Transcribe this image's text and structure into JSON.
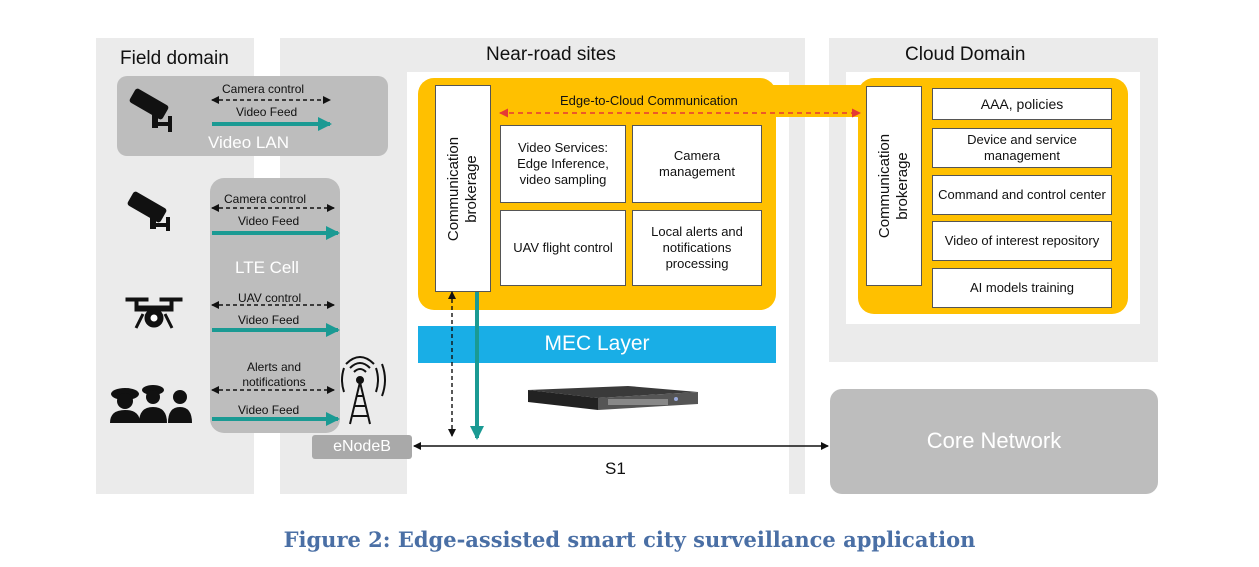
{
  "regions": {
    "field": "Field domain",
    "near_road": "Near-road sites",
    "cloud": "Cloud Domain"
  },
  "field": {
    "video_lan": "Video LAN",
    "lte_cell": "LTE Cell",
    "enodeb": "eNodeB",
    "links": {
      "camera_control_1": "Camera control",
      "video_feed_1": "Video Feed",
      "camera_control_2": "Camera control",
      "video_feed_2": "Video Feed",
      "uav_control": "UAV control",
      "video_feed_3": "Video Feed",
      "alerts": "Alerts and notifications",
      "video_feed_4": "Video Feed"
    },
    "icons": [
      "cctv-camera-icon",
      "cctv-camera-icon",
      "drone-icon",
      "first-responders-icon",
      "cell-tower-icon"
    ]
  },
  "edge": {
    "brokerage": "Communication brokerage",
    "video_services": "Video Services: Edge Inference, video sampling",
    "camera_management": "Camera management",
    "uav_flight": "UAV flight control",
    "local_alerts": "Local alerts and notifications processing",
    "mec_layer": "MEC Layer",
    "edge_to_cloud": "Edge-to-Cloud Communication",
    "icons": [
      "server-rack-icon"
    ]
  },
  "cloud": {
    "brokerage": "Communication brokerage",
    "aaa": "AAA, policies",
    "device_mgmt": "Device and service management",
    "command_control": "Command and control center",
    "video_repo": "Video of interest repository",
    "ai_training": "AI models training"
  },
  "core_network": "Core Network",
  "s1": "S1",
  "caption": "Figure 2: Edge-assisted smart city surveillance application",
  "colors": {
    "region_bg": "#ebebeb",
    "gray_box": "#bdbdbd",
    "orange": "#ffc000",
    "teal": "#1a9a93",
    "mec_blue": "#19aee6",
    "dashed_red": "#e53935",
    "caption": "#4a6fa5"
  }
}
